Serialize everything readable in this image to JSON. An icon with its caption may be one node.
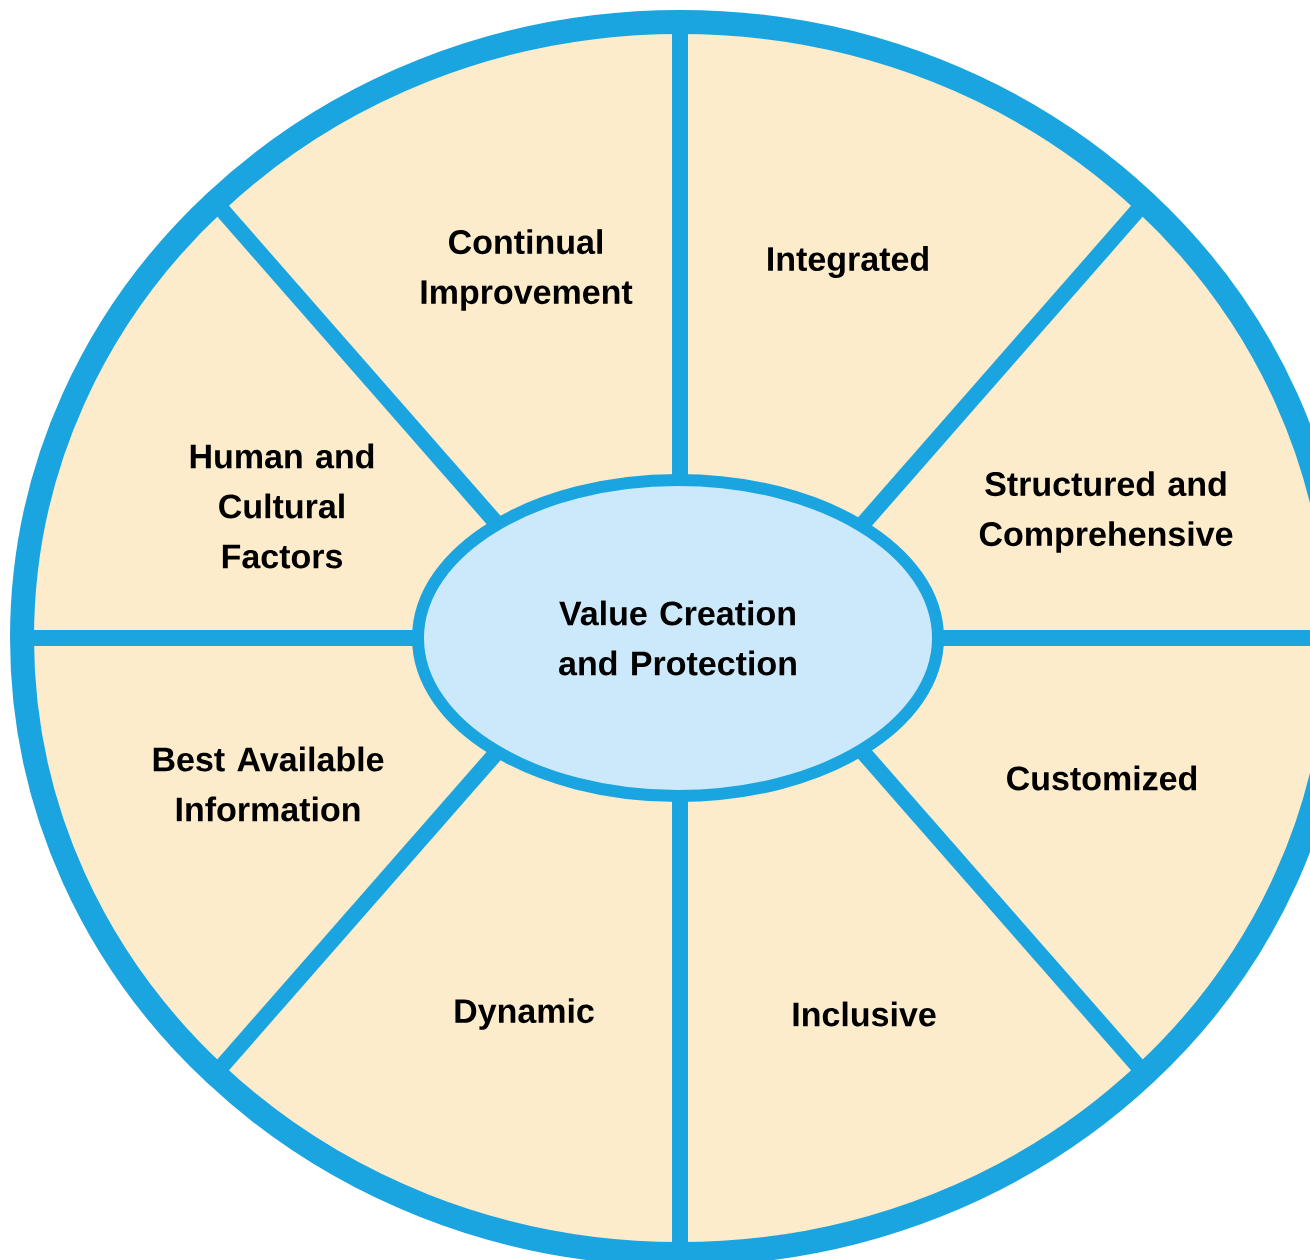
{
  "diagram": {
    "nodes": [
      {
        "text": [
          "Value Creation and Protection"
        ]
      },
      {
        "text": [
          "Continual Improvement"
        ]
      },
      {
        "text": [
          "Integrated"
        ]
      },
      {
        "text": [
          "Human and Cultural Factors"
        ]
      },
      {
        "text": [
          "Structured and Comprehensive"
        ]
      },
      {
        "text": [
          "Best Available Information"
        ]
      },
      {
        "text": [
          "Customized"
        ]
      },
      {
        "text": [
          "Dynamic"
        ]
      },
      {
        "text": [
          "Inclusive"
        ]
      }
    ]
  }
}
